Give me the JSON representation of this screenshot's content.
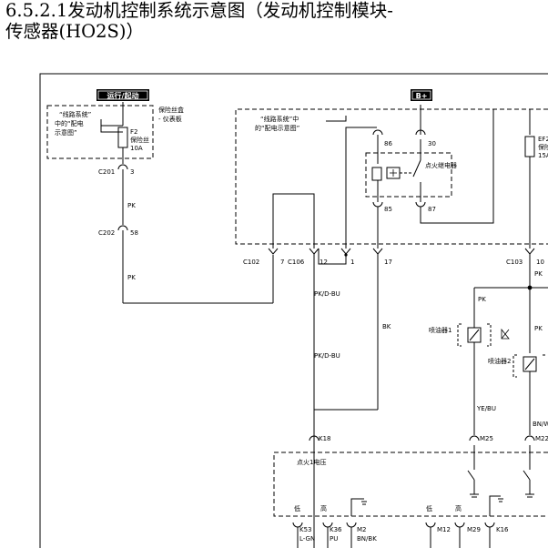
{
  "title": "6.5.2.1发动机控制系统示意图（发动机控制模块-\n传感器(HO2S)）",
  "power": {
    "run_start": "运行/起动",
    "bplus": "B+"
  },
  "notes": {
    "power_dist_left_1": "“线路系统”",
    "power_dist_left_2": "中的“配电",
    "power_dist_left_3": "示意图”",
    "power_dist_mid_1": "“线路系统”中",
    "power_dist_mid_2": "的“配电示意图”",
    "fuse_block_1": "保险丝盒",
    "fuse_block_2": "- 仪表板"
  },
  "fuses": {
    "f2_name": "F2",
    "f2_desc": "保险丝",
    "f2_rating": "10A",
    "ef_name": "EF2",
    "ef_desc": "保险",
    "ef_rating": "15A"
  },
  "relay": {
    "label": "点火继电器",
    "pins": [
      "86",
      "30",
      "85",
      "87"
    ]
  },
  "connectors": {
    "c201": "C201",
    "c201_pin": "3",
    "c202": "C202",
    "c202_pin": "58",
    "c102": "C102",
    "c102_pin": "7",
    "c106": "C106",
    "c106_pins": [
      "12",
      "1",
      "17"
    ],
    "c103": "C103",
    "c103_pin": "10"
  },
  "wires": {
    "pk": "PK",
    "pk_dbu": "PK/D-BU",
    "bk": "BK",
    "yebu": "YE/BU",
    "bnw": "BN/W"
  },
  "injectors": {
    "inj1": "喷油器1",
    "inj2": "喷油器2"
  },
  "ecm": {
    "ign_voltage": "点火1电压",
    "k18": "K18",
    "m25": "M25",
    "m22": "M22",
    "low": "低",
    "high": "高",
    "bottom_pins": [
      "K53",
      "K36",
      "M2",
      "M12",
      "M29",
      "K16"
    ],
    "bottom_wires": [
      "L-GN",
      "PU",
      "BN/BK"
    ]
  }
}
